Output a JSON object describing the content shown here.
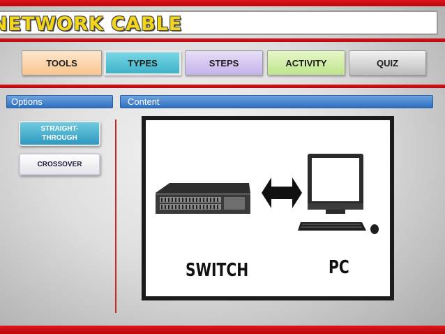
{
  "title": "NETWORK CABLE",
  "nav": {
    "tabs": [
      {
        "id": "tools",
        "label": "TOOLS"
      },
      {
        "id": "types",
        "label": "TYPES",
        "active": true
      },
      {
        "id": "steps",
        "label": "STEPS"
      },
      {
        "id": "activity",
        "label": "ACTIVITY"
      },
      {
        "id": "quiz",
        "label": "QUIZ"
      }
    ]
  },
  "sidebar": {
    "header": "Options",
    "options": [
      {
        "label": "STRAIGHT-THROUGH",
        "selected": true
      },
      {
        "label": "CROSSOVER",
        "selected": false
      }
    ]
  },
  "content": {
    "header": "Content",
    "diagram": {
      "left_caption": "SWITCH",
      "right_caption": "PC",
      "connector": "double-arrow-icon"
    }
  },
  "colors": {
    "accent_red": "#d0121a",
    "header_blue": "#3b7cc9",
    "active_tab": "#4fbfd4",
    "title_yellow": "#f3d51a"
  }
}
